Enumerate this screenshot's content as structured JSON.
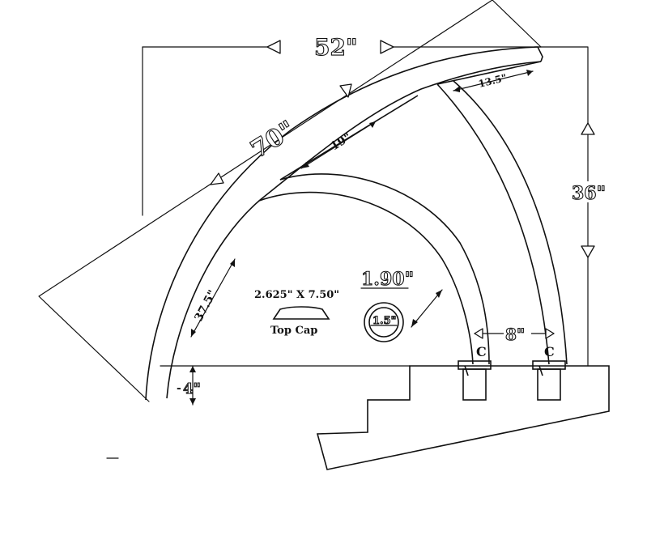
{
  "dimensions": {
    "width_top": "52\"",
    "beam_length": "70\"",
    "height_right": "36\"",
    "span_top_right": "13.5\"",
    "span_inner": "19\"",
    "leg_front": "37.5\"",
    "drop": "4\"",
    "leg_spacing": "8\"",
    "tube_outer": "1.90\"",
    "tube_inner": "1.5\""
  },
  "top_cap": {
    "size": "2.625\" X 7.50\"",
    "label": "Top Cap"
  },
  "clamps": [
    "C",
    "C"
  ]
}
